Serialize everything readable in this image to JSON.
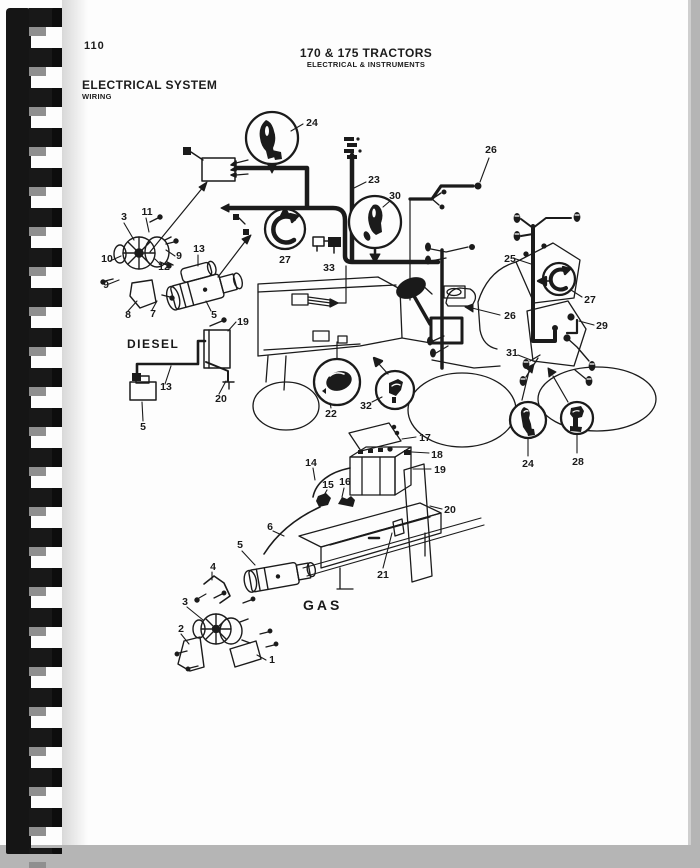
{
  "page": {
    "outer_bg": "#b5b5b5",
    "paper": "#fdfdfd",
    "ink": "#1c1c1c",
    "binding": "#151515"
  },
  "header": {
    "page_number": "110",
    "title": "170 & 175 TRACTORS",
    "subtitle": "ELECTRICAL & INSTRUMENTS",
    "section": "ELECTRICAL SYSTEM",
    "subsection": "WIRING"
  },
  "diagram": {
    "diesel_label": "DIESEL",
    "gas_label": "GAS",
    "callouts": {
      "c24_top": "24",
      "c23": "23",
      "c30": "30",
      "c26_top": "26",
      "c27_left": "27",
      "c33": "33",
      "c3_d": "3",
      "c11": "11",
      "c10": "10",
      "c9a": "9",
      "c12": "12",
      "c9b": "9",
      "c8": "8",
      "c7": "7",
      "c13_d": "13",
      "c5_d": "5",
      "c19_d": "19",
      "c13_w": "13",
      "c20_w": "20",
      "c5_w": "5",
      "c25": "25",
      "c27_right": "27",
      "c26_mid": "26",
      "c29": "29",
      "c31": "31",
      "c24_bot": "24",
      "c28": "28",
      "c22": "22",
      "c32": "32",
      "c17": "17",
      "c18": "18",
      "c19_b": "19",
      "c14": "14",
      "c15": "15",
      "c16": "16",
      "c20_b": "20",
      "c21": "21",
      "c6": "6",
      "c5_g": "5",
      "c4": "4",
      "c3_g": "3",
      "c2": "2",
      "c1": "1"
    }
  }
}
